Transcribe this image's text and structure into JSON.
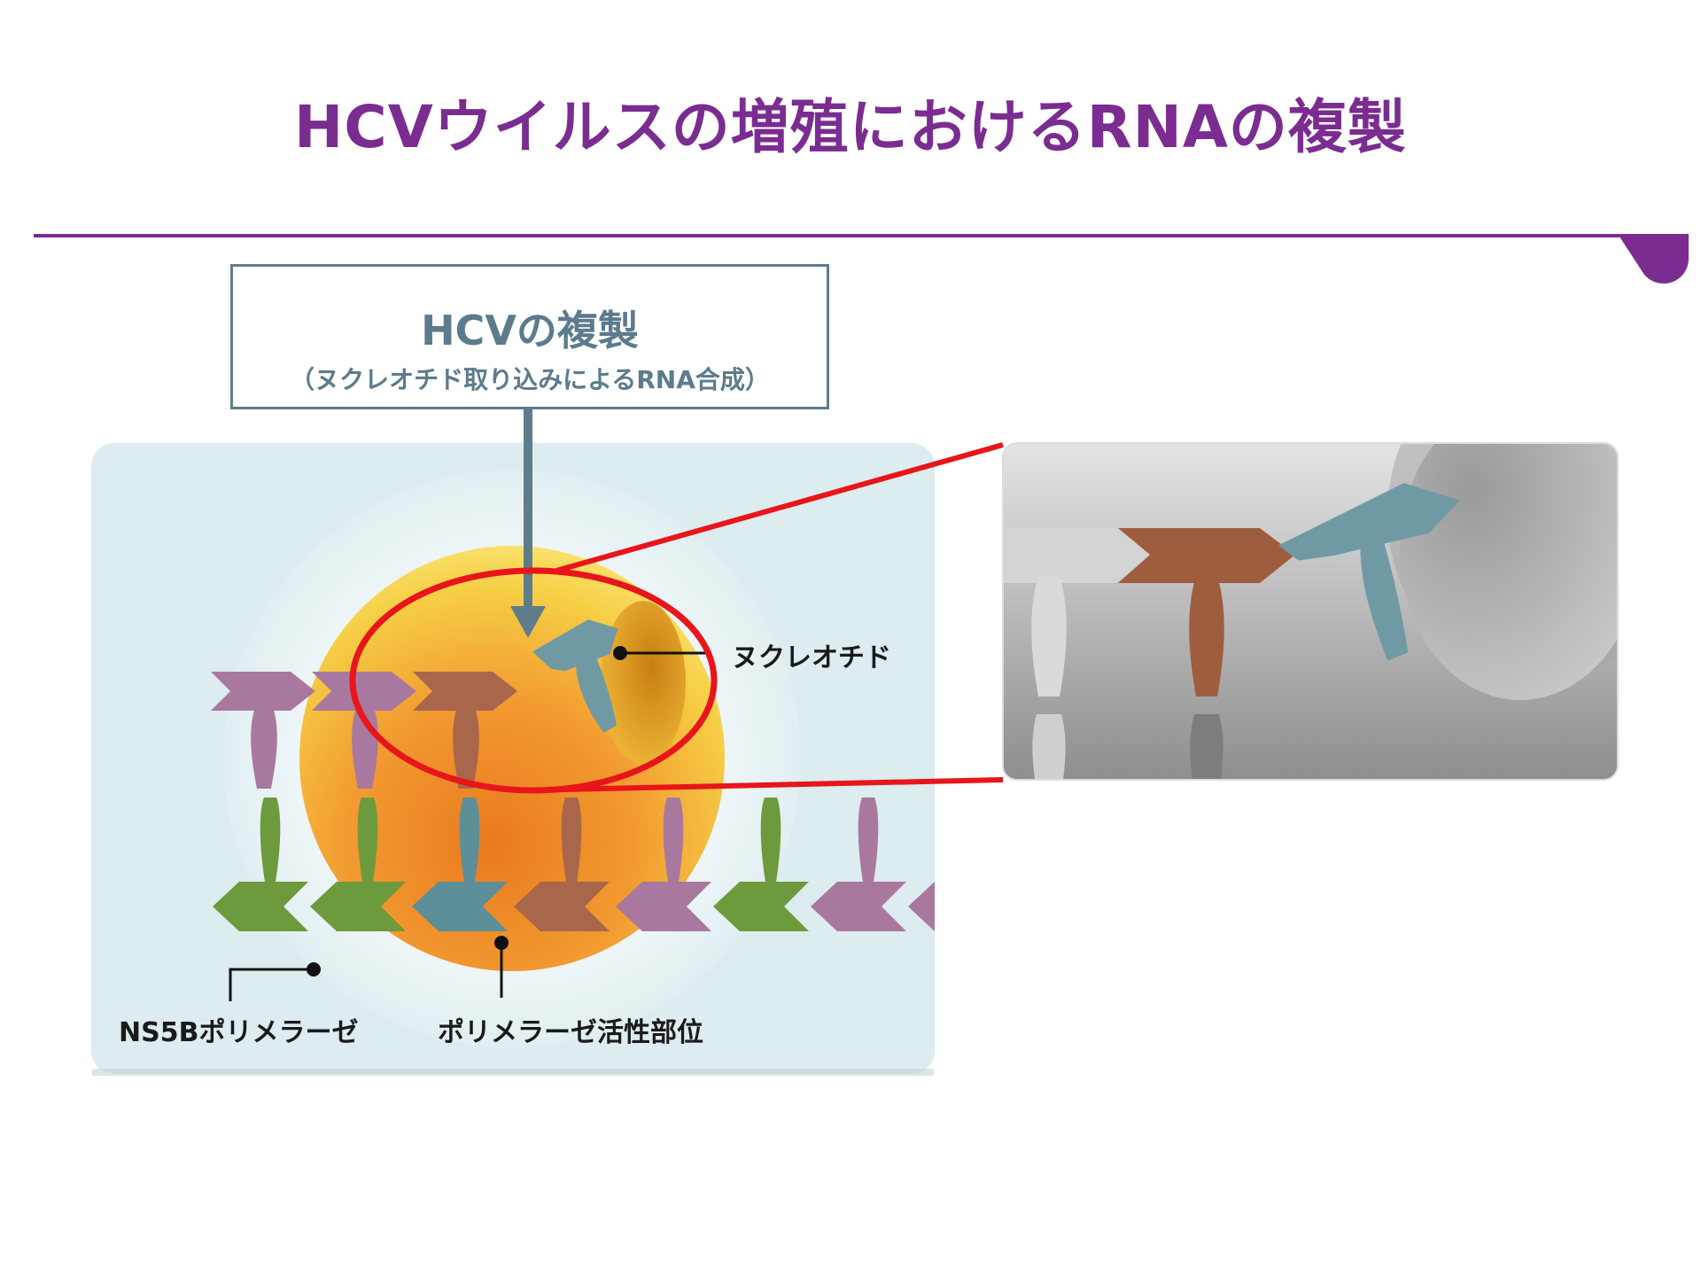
{
  "title": "HCVウイルスの増殖におけるRNAの複製",
  "callout": {
    "title": "HCVの複製",
    "subtitle": "（ヌクレオチド取り込みによるRNA合成）"
  },
  "labels": {
    "nucleotide": "ヌクレオチド",
    "polymerase": "NS5Bポリメラーゼ",
    "active_site": "ポリメラーゼ活性部位"
  },
  "colors": {
    "title": "#7b2c91",
    "callout": "#5f7c8b",
    "highlight": "#e8151b",
    "panel_bg": "#dcecef",
    "purple_nt": "#a9789f",
    "green_nt": "#6d9a3c",
    "teal_nt": "#5d8f99",
    "brown_nt": "#a8664a",
    "polymerase": "#f2c440"
  }
}
